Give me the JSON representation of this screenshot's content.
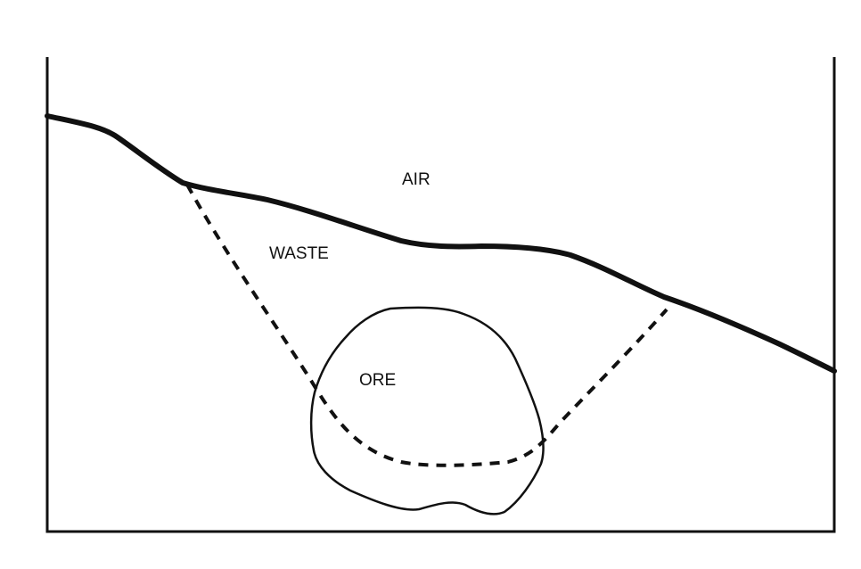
{
  "diagram": {
    "labels": {
      "air": "AIR",
      "waste": "WASTE",
      "ore": "ORE"
    },
    "colors": {
      "line": "#111111",
      "background": "#ffffff"
    }
  }
}
